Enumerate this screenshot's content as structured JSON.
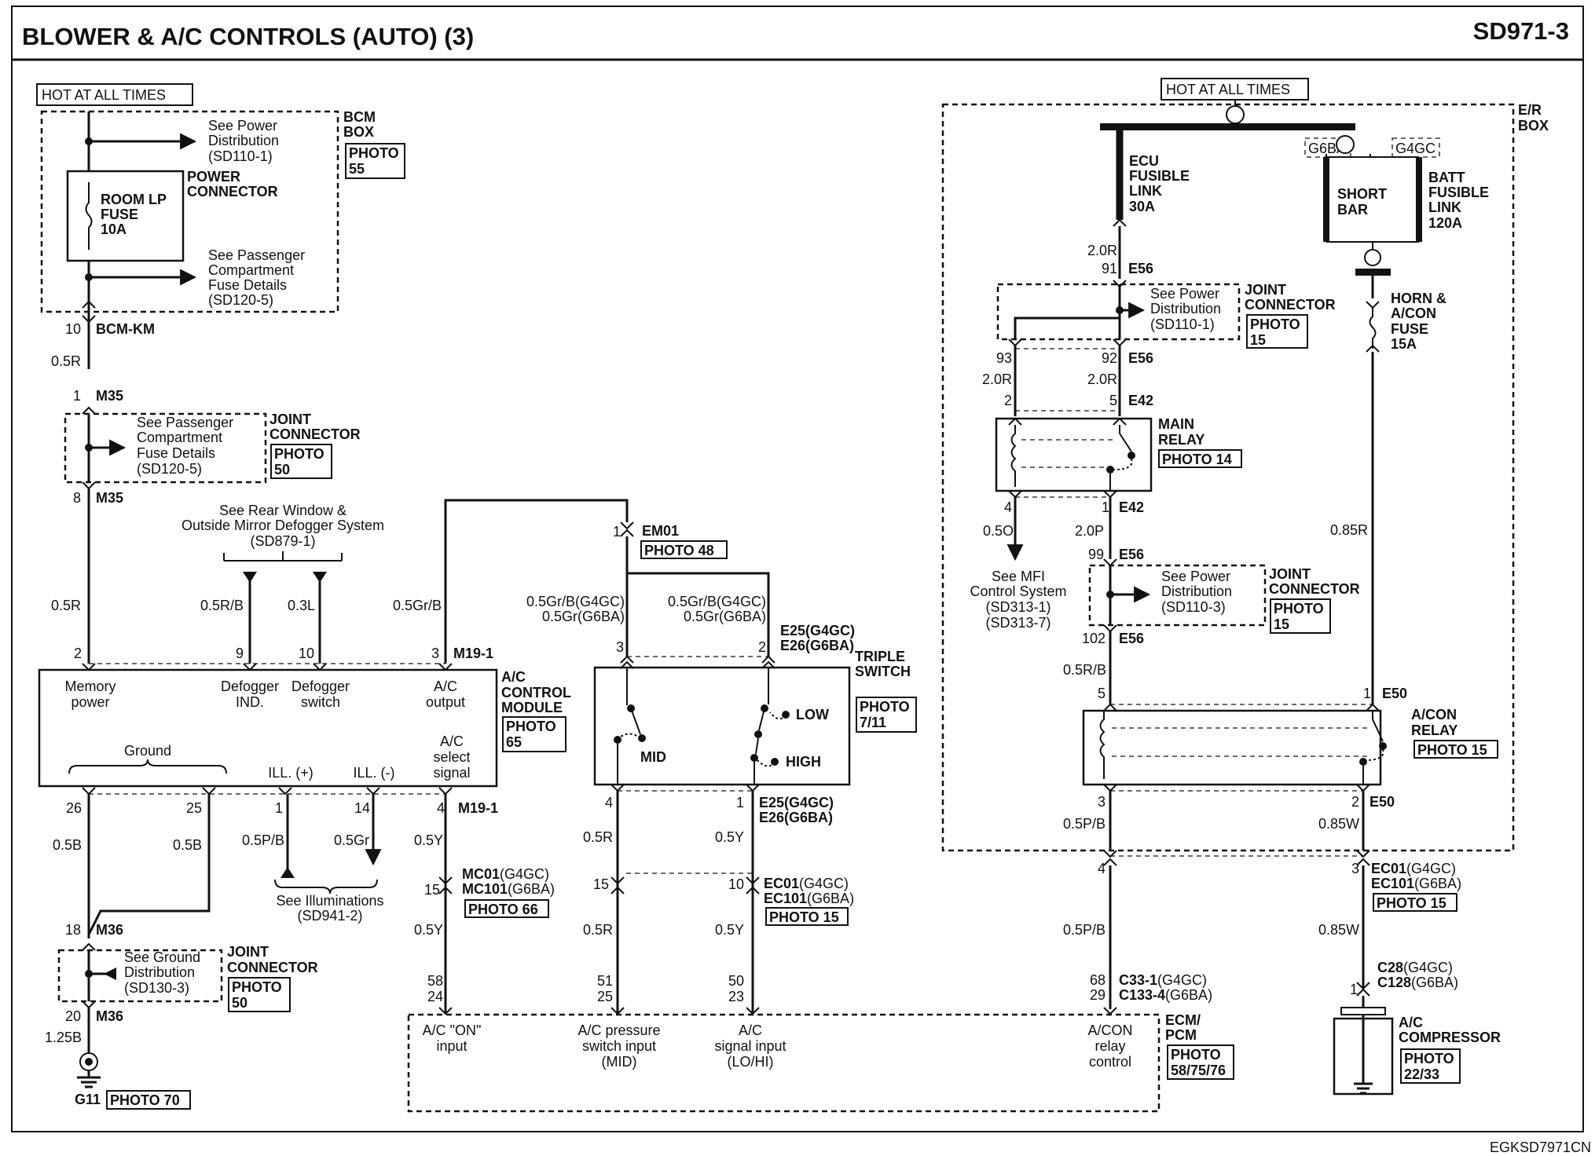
{
  "header": {
    "title": "BLOWER & A/C CONTROLS (AUTO) (3)",
    "page_code": "SD971-3"
  },
  "footer": {
    "code": "EGKSD7971CN"
  },
  "left": {
    "hot": "HOT AT ALL TIMES",
    "bcm_box": [
      "BCM",
      "BOX"
    ],
    "bcm_photo": [
      "PHOTO",
      "55"
    ],
    "see_power": [
      "See Power",
      "Distribution",
      "(SD110-1)"
    ],
    "fuse": [
      "ROOM LP",
      "FUSE",
      "10A"
    ],
    "power_conn": [
      "POWER",
      "CONNECTOR"
    ],
    "see_pass": [
      "See Passenger",
      "Compartment",
      "Fuse Details",
      "(SD120-5)"
    ],
    "bcm_pin": "10",
    "bcm_km": "BCM-KM",
    "wire_05r": "0.5R",
    "m35_pin1": "1",
    "m35": "M35",
    "jc_text": [
      "See Passenger",
      "Compartment",
      "Fuse Details",
      "(SD120-5)"
    ],
    "jc": [
      "JOINT",
      "CONNECTOR"
    ],
    "jc_photo": [
      "PHOTO",
      "50"
    ],
    "m35_pin8": "8",
    "wire_05r_b": "0.5R",
    "rear_defog": [
      "See Rear Window &",
      "Outside Mirror Defogger System",
      "(SD879-1)"
    ],
    "w_05rb": "0.5R/B",
    "w_03l": "0.3L",
    "w_05grb": "0.5Gr/B",
    "p2": "2",
    "p9": "9",
    "p10": "10",
    "p3": "3",
    "m191": "M19-1",
    "mod_labels": {
      "mem": [
        "Memory",
        "power"
      ],
      "dind": [
        "Defogger",
        "IND."
      ],
      "dsw": [
        "Defogger",
        "switch"
      ],
      "aco": [
        "A/C",
        "output"
      ],
      "ground": "Ground",
      "illp": "ILL. (+)",
      "illm": "ILL. (-)",
      "acsel": [
        "A/C",
        "select",
        "signal"
      ]
    },
    "acm": [
      "A/C",
      "CONTROL",
      "MODULE"
    ],
    "acm_photo": [
      "PHOTO",
      "65"
    ],
    "p26": "26",
    "p25": "25",
    "p1": "1",
    "p14": "14",
    "p4": "4",
    "m191b": "M19-1",
    "w_05b": "0.5B",
    "w_05b2": "0.5B",
    "w_05pb": "0.5P/B",
    "w_05gr": "0.5Gr",
    "w_05y": "0.5Y",
    "see_ill": [
      "See Illuminations",
      "(SD941-2)"
    ],
    "p15": "15",
    "mc01": "MC01",
    "mc01s": "(G4GC)",
    "mc101": "MC101",
    "mc101s": "(G6BA)",
    "mc_photo": "PHOTO 66",
    "w_05y2": "0.5Y",
    "p18": "18",
    "m36": "M36",
    "gjc_text": [
      "See Ground",
      "Distribution",
      "(SD130-3)"
    ],
    "gjc": [
      "JOINT",
      "CONNECTOR"
    ],
    "gjc_photo": [
      "PHOTO",
      "50"
    ],
    "p20": "20",
    "m36b": "M36",
    "w_125b": "1.25B",
    "g11": "G11",
    "g11_photo": "PHOTO 70",
    "p58": "58",
    "p24": "24"
  },
  "middle": {
    "p1": "1",
    "em01": "EM01",
    "em01_photo": "PHOTO 48",
    "w_l1": "0.5Gr/B(G4GC)",
    "w_l2": "0.5Gr(G6BA)",
    "w_r1": "0.5Gr/B(G4GC)",
    "w_r2": "0.5Gr(G6BA)",
    "e25": "E25(G4GC)",
    "e26": "E26(G6BA)",
    "p3": "3",
    "p2": "2",
    "ts": [
      "TRIPLE",
      "SWITCH"
    ],
    "ts_photo": [
      "PHOTO",
      "7/11"
    ],
    "mid": "MID",
    "low": "LOW",
    "high": "HIGH",
    "p4": "4",
    "p1b": "1",
    "e25b": "E25(G4GC)",
    "e26b": "E26(G6BA)",
    "w_05r": "0.5R",
    "w_05y": "0.5Y",
    "p15": "15",
    "p10": "10",
    "ec01": "EC01",
    "ec01s": "(G4GC)",
    "ec101": "EC101",
    "ec101s": "(G6BA)",
    "ec_photo": "PHOTO 15",
    "w_05r2": "0.5R",
    "w_05y2": "0.5Y",
    "p51": "51",
    "p25": "25",
    "p50": "50",
    "p23": "23",
    "ecm_labels": {
      "on": [
        "A/C \"ON\"",
        "input"
      ],
      "press": [
        "A/C pressure",
        "switch input",
        "(MID)"
      ],
      "sig": [
        "A/C",
        "signal input",
        "(LO/HI)"
      ],
      "relay": [
        "A/CON",
        "relay",
        "control"
      ]
    },
    "ecm": [
      "ECM/",
      "PCM"
    ],
    "ecm_photo": [
      "PHOTO",
      "58/75/76"
    ]
  },
  "right": {
    "hot": "HOT AT ALL TIMES",
    "er_box": [
      "E/R",
      "BOX"
    ],
    "ecu_fl": [
      "ECU",
      "FUSIBLE",
      "LINK",
      "30A"
    ],
    "g6ba": "G6BA",
    "g4gc": "G4GC",
    "short_bar": [
      "SHORT",
      "BAR"
    ],
    "batt_fl": [
      "BATT",
      "FUSIBLE",
      "LINK",
      "120A"
    ],
    "w_20r": "2.0R",
    "p91": "91",
    "e56": "E56",
    "jc_text": [
      "See Power",
      "Distribution",
      "(SD110-1)"
    ],
    "jc": [
      "JOINT",
      "CONNECTOR"
    ],
    "jc_photo": [
      "PHOTO",
      "15"
    ],
    "horn": [
      "HORN &",
      "A/CON",
      "FUSE",
      "15A"
    ],
    "p93": "93",
    "p92": "92",
    "e56b": "E56",
    "w_20r2": "2.0R",
    "w_20r3": "2.0R",
    "p2": "2",
    "p5": "5",
    "e42": "E42",
    "main_relay": [
      "MAIN",
      "RELAY"
    ],
    "mr_photo": "PHOTO 14",
    "p4": "4",
    "p1": "1",
    "e42b": "E42",
    "w_05o": "0.5O",
    "w_20p": "2.0P",
    "w_085r": "0.85R",
    "p99": "99",
    "e56c": "E56",
    "mfi": [
      "See MFI",
      "Control System",
      "(SD313-1)",
      "(SD313-7)"
    ],
    "jc2_text": [
      "See Power",
      "Distribution",
      "(SD110-3)"
    ],
    "jc2": [
      "JOINT",
      "CONNECTOR"
    ],
    "jc2_photo": [
      "PHOTO",
      "15"
    ],
    "p102": "102",
    "e56d": "E56",
    "w_05rb": "0.5R/B",
    "p5b": "5",
    "p1b": "1",
    "e50": "E50",
    "acon_relay": [
      "A/CON",
      "RELAY"
    ],
    "acr_photo": "PHOTO 15",
    "p3": "3",
    "p2b": "2",
    "e50b": "E50",
    "w_05pb": "0.5P/B",
    "w_085w": "0.85W",
    "p4b": "4",
    "p3b": "3",
    "ec01": "EC01",
    "ec01s": "(G4GC)",
    "ec101": "EC101",
    "ec101s": "(G6BA)",
    "ec_photo": "PHOTO 15",
    "w_05pb2": "0.5P/B",
    "w_085w2": "0.85W",
    "p68": "68",
    "p29": "29",
    "c33": "C33-1",
    "c33s": "(G4GC)",
    "c133": "C133-4",
    "c133s": "(G6BA)",
    "c28": "C28",
    "c28s": "(G4GC)",
    "c128": "C128",
    "c128s": "(G6BA)",
    "p1c": "1",
    "comp": [
      "A/C",
      "COMPRESSOR"
    ],
    "comp_photo": [
      "PHOTO",
      "22/33"
    ]
  }
}
